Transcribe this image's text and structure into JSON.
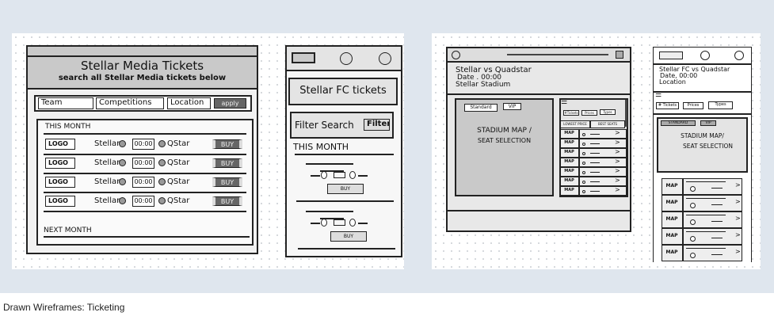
{
  "caption": "Drawn Wireframes: Ticketing",
  "desktop_listing": {
    "title": "Stellar Media Tickets",
    "subtitle": "search all Stellar Media tickets below",
    "filters": [
      "Team",
      "Competitions",
      "Location"
    ],
    "apply_label": "apply",
    "this_month": "THIS MONTH",
    "next_month": "NEXT MONTH",
    "rows": [
      {
        "logo": "LOGO",
        "home": "Stellar",
        "time": "00:00",
        "away": "QStar",
        "buy": "BUY"
      },
      {
        "logo": "LOGO",
        "home": "Stellar",
        "time": "00:00",
        "away": "QStar",
        "buy": "BUY"
      },
      {
        "logo": "LOGO",
        "home": "Stellar",
        "time": "00:00",
        "away": "QStar",
        "buy": "BUY"
      },
      {
        "logo": "LOGO",
        "home": "Stellar",
        "time": "00:00",
        "away": "QStar",
        "buy": "BUY"
      }
    ]
  },
  "mobile_listing": {
    "title": "Stellar FC tickets",
    "filter_search": "Filter Search",
    "filter_button": "Filter",
    "this_month": "THIS MONTH",
    "buy_labels": [
      "BUY",
      "BUY"
    ]
  },
  "desktop_event": {
    "match": "Stellar vs Quadstar",
    "date": "Date . 00:00",
    "venue": "Stellar Stadium",
    "standard_label": "Standard",
    "vip_label": "VIP",
    "map_text_1": "STADIUM MAP /",
    "map_text_2": "SEAT SELECTION",
    "filter_chips": [
      "#Tickets",
      "Prices",
      "Types"
    ],
    "tabs": [
      "LOWEST PRICE",
      "BEST SEATS"
    ],
    "map_rows": [
      "MAP",
      "MAP",
      "MAP",
      "MAP",
      "MAP",
      "MAP",
      "MAP"
    ]
  },
  "mobile_event": {
    "match": "Stellar FC vs Quadstar",
    "date": "Date, 00:00",
    "venue": "Location",
    "filter_chips": [
      "# Tickets",
      "Prices",
      "Types"
    ],
    "standard_label": "STANDARD",
    "vip_label": "VIP",
    "map_text_1": "STADIUM MAP/",
    "map_text_2": "SEAT SELECTION",
    "map_rows": [
      "MAP",
      "MAP",
      "MAP",
      "MAP",
      "MAP"
    ]
  }
}
